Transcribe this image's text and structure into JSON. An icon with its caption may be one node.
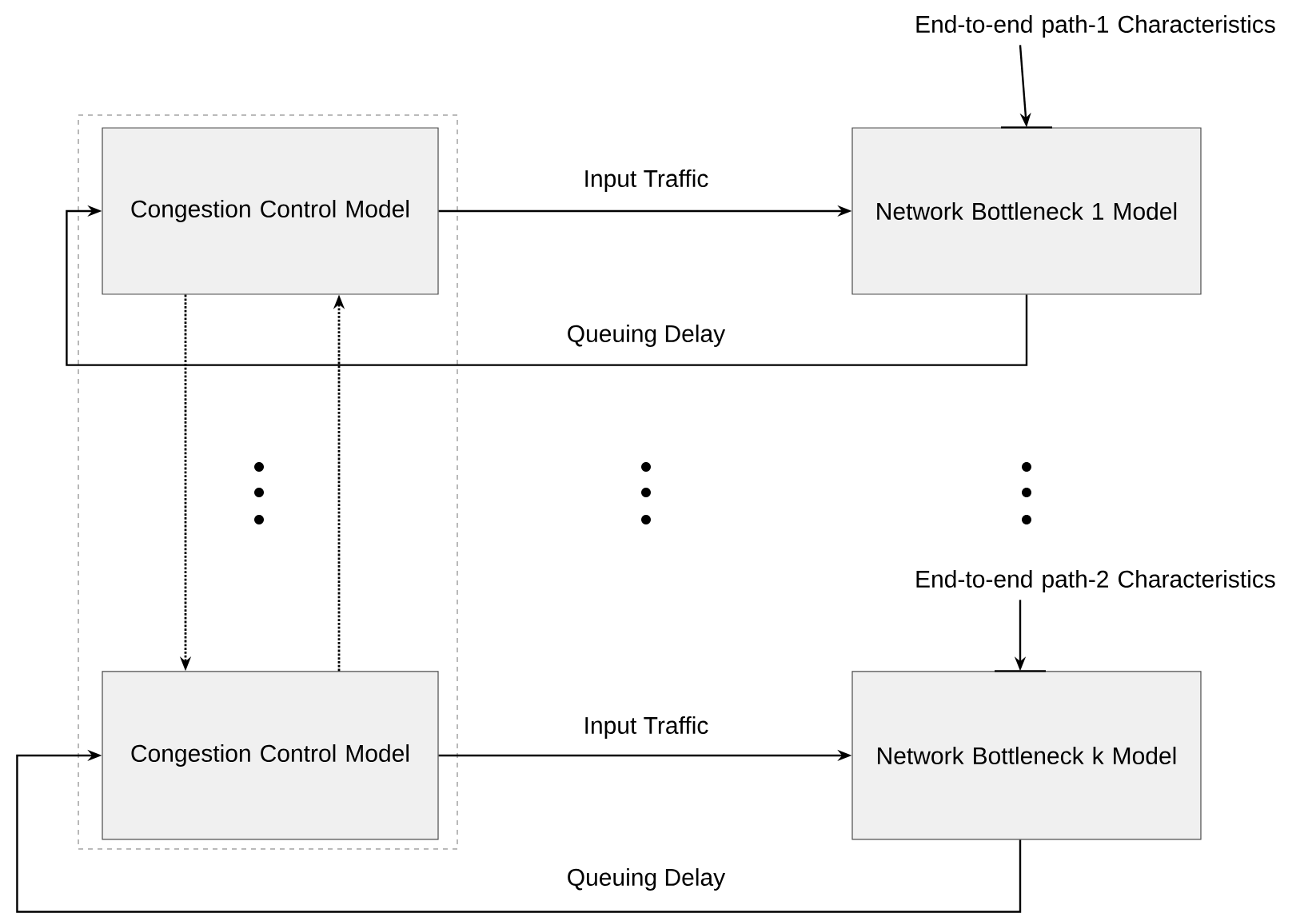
{
  "diagram": {
    "nodes": [
      {
        "text": [],
        "shape": "box"
      },
      {
        "text": [
          "Congestion Control Model"
        ],
        "in": 0
      },
      {
        "text": [
          "Congestion Control Model"
        ],
        "in": 0
      },
      {
        "text": [
          "Network Bottleneck 1 Model"
        ]
      },
      {
        "text": [
          "Network Bottleneck  k Model"
        ]
      },
      {
        "text": [
          "End-to-end path-1 Characteristics"
        ]
      },
      {
        "text": [
          "End-to-end path-2 Characteristics"
        ]
      }
    ],
    "edges": [
      {
        "from": 1,
        "to": 3,
        "arrow": "to",
        "label": "Input Traffic"
      },
      {
        "from": 3,
        "to": 1,
        "arrow": "to",
        "label": "Queuing Delay"
      },
      {
        "from": 1,
        "to": 2,
        "arrow": "to",
        "style": "dashed"
      },
      {
        "from": 2,
        "to": 1,
        "arrow": "to",
        "style": "dashed"
      },
      {
        "from": 2,
        "to": 4,
        "arrow": "to",
        "label": "Input Traffic"
      },
      {
        "from": 4,
        "to": 2,
        "arrow": "to",
        "label": "Queuing Delay"
      },
      {
        "from": 5,
        "to": 3,
        "arrow": "to"
      },
      {
        "from": 6,
        "to": 4,
        "arrow": "to"
      }
    ]
  }
}
